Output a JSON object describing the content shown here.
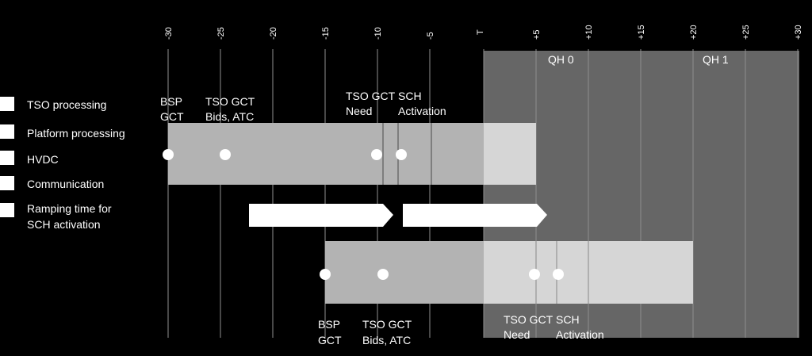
{
  "axis": {
    "ticks": [
      "-30",
      "-25",
      "-20",
      "-15",
      "-10",
      "-5",
      "T",
      "+5",
      "+10",
      "+15",
      "+20",
      "+25",
      "+30"
    ]
  },
  "legend": [
    {
      "label": "TSO processing"
    },
    {
      "label": "Platform processing"
    },
    {
      "label": "HVDC"
    },
    {
      "label": "Communication"
    },
    {
      "label": "Ramping time for",
      "label2": "SCH activation"
    }
  ],
  "quarter_hours": [
    {
      "label": "QH 0"
    },
    {
      "label": "QH 1"
    }
  ],
  "upper_timeline": {
    "labels": [
      {
        "line1": "BSP",
        "line2": "GCT"
      },
      {
        "line1": "TSO GCT",
        "line2": "Bids, ATC"
      },
      {
        "line1": "TSO GCT",
        "line2": "Need"
      },
      {
        "line1": "SCH",
        "line2": "Activation"
      }
    ]
  },
  "lower_timeline": {
    "labels": [
      {
        "line1": "BSP",
        "line2": "GCT"
      },
      {
        "line1": "TSO GCT",
        "line2": "Bids, ATC"
      },
      {
        "line1": "TSO GCT",
        "line2": "Need"
      },
      {
        "line1": "SCH",
        "line2": "Activation"
      }
    ]
  },
  "colors": {
    "background": "#000000",
    "qh_region": "#666666",
    "bar_fill": "#b3b3b3",
    "bar_fill_overlap": "#d6d6d6",
    "grid_line": "#9a9a9a",
    "marker": "#ffffff",
    "arrow": "#ffffff"
  }
}
